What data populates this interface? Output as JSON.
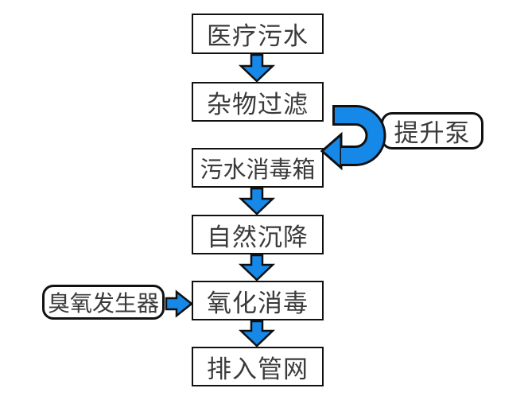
{
  "flow": {
    "nodes": [
      {
        "id": "medical-sewage",
        "label": "医疗污水"
      },
      {
        "id": "debris-filtration",
        "label": "杂物过滤"
      },
      {
        "id": "sewage-disinfection-tank",
        "label": "污水消毒箱"
      },
      {
        "id": "natural-sedimentation",
        "label": "自然沉降"
      },
      {
        "id": "oxidation-disinfection",
        "label": "氧化消毒"
      },
      {
        "id": "discharge-to-pipe-network",
        "label": "排入管网"
      }
    ],
    "side_nodes": [
      {
        "id": "lift-pump",
        "label": "提升泵"
      },
      {
        "id": "ozone-generator",
        "label": "臭氧发生器"
      }
    ],
    "edges": [
      {
        "from": "medical-sewage",
        "to": "debris-filtration"
      },
      {
        "from": "debris-filtration",
        "to": "sewage-disinfection-tank",
        "via": "lift-pump"
      },
      {
        "from": "sewage-disinfection-tank",
        "to": "natural-sedimentation"
      },
      {
        "from": "natural-sedimentation",
        "to": "oxidation-disinfection"
      },
      {
        "from": "ozone-generator",
        "to": "oxidation-disinfection"
      },
      {
        "from": "oxidation-disinfection",
        "to": "discharge-to-pipe-network"
      }
    ],
    "colors": {
      "arrow_fill": "#1588e8",
      "arrow_outline": "#101010",
      "box_border": "#111111",
      "box_background": "#ffffff",
      "text": "#3a3a3a",
      "page_background": "#ffffff"
    }
  }
}
